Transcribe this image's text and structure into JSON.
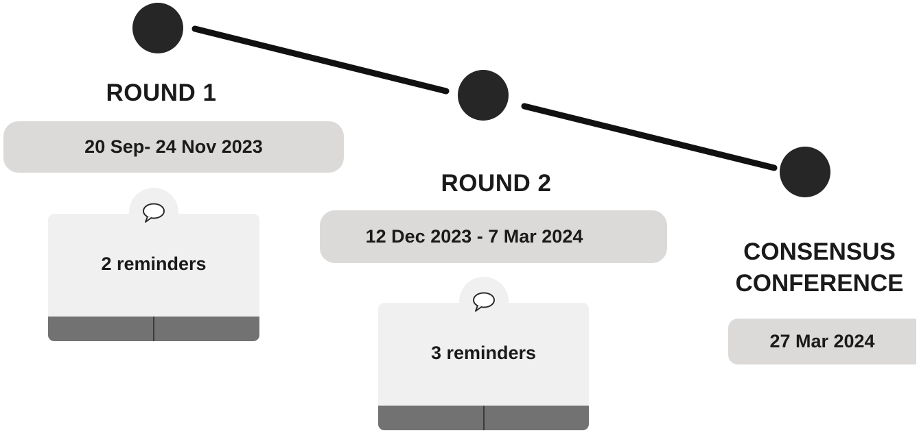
{
  "round1": {
    "title": "ROUND 1",
    "dates": "20 Sep- 24 Nov 2023",
    "reminders": "2 reminders"
  },
  "round2": {
    "title": "ROUND 2",
    "dates": "12 Dec 2023 - 7 Mar 2024",
    "reminders": "3 reminders"
  },
  "consensus": {
    "title_line1": "CONSENSUS",
    "title_line2": "CONFERENCE",
    "date": "27 Mar 2024"
  },
  "icons": {
    "milestone": "filled-circle-icon",
    "reminder": "speech-bubble-icon"
  },
  "colors": {
    "milestone": "#262626",
    "pill": "#dcdad9",
    "card": "#f0f0f0",
    "card_footer": "#727272"
  }
}
